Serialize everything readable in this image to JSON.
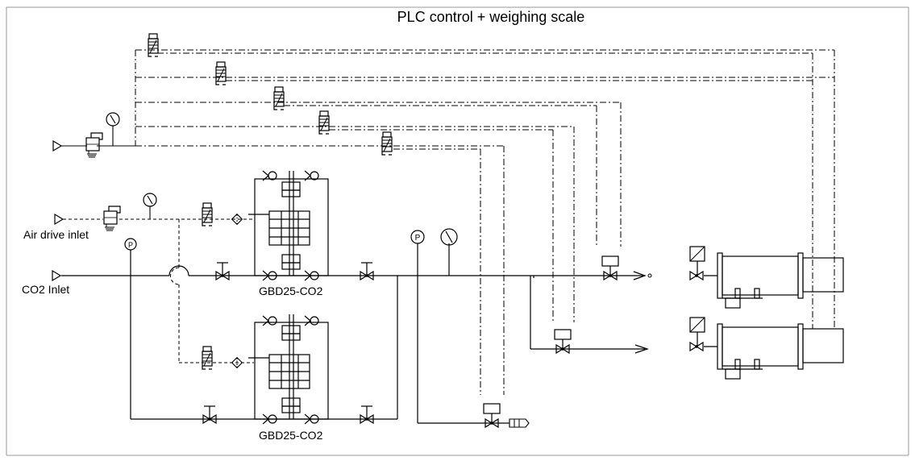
{
  "diagram": {
    "title": "PLC control + weighing scale",
    "labels": {
      "air_drive_inlet": "Air drive inlet",
      "co2_inlet": "CO2 Inlet",
      "pump_top": "GBD25-CO2",
      "pump_bottom": "GBD25-CO2"
    },
    "instrument_letters": {
      "pressure": "P"
    },
    "colors": {
      "line": "#000000",
      "background": "#ffffff",
      "border": "#999999"
    }
  }
}
